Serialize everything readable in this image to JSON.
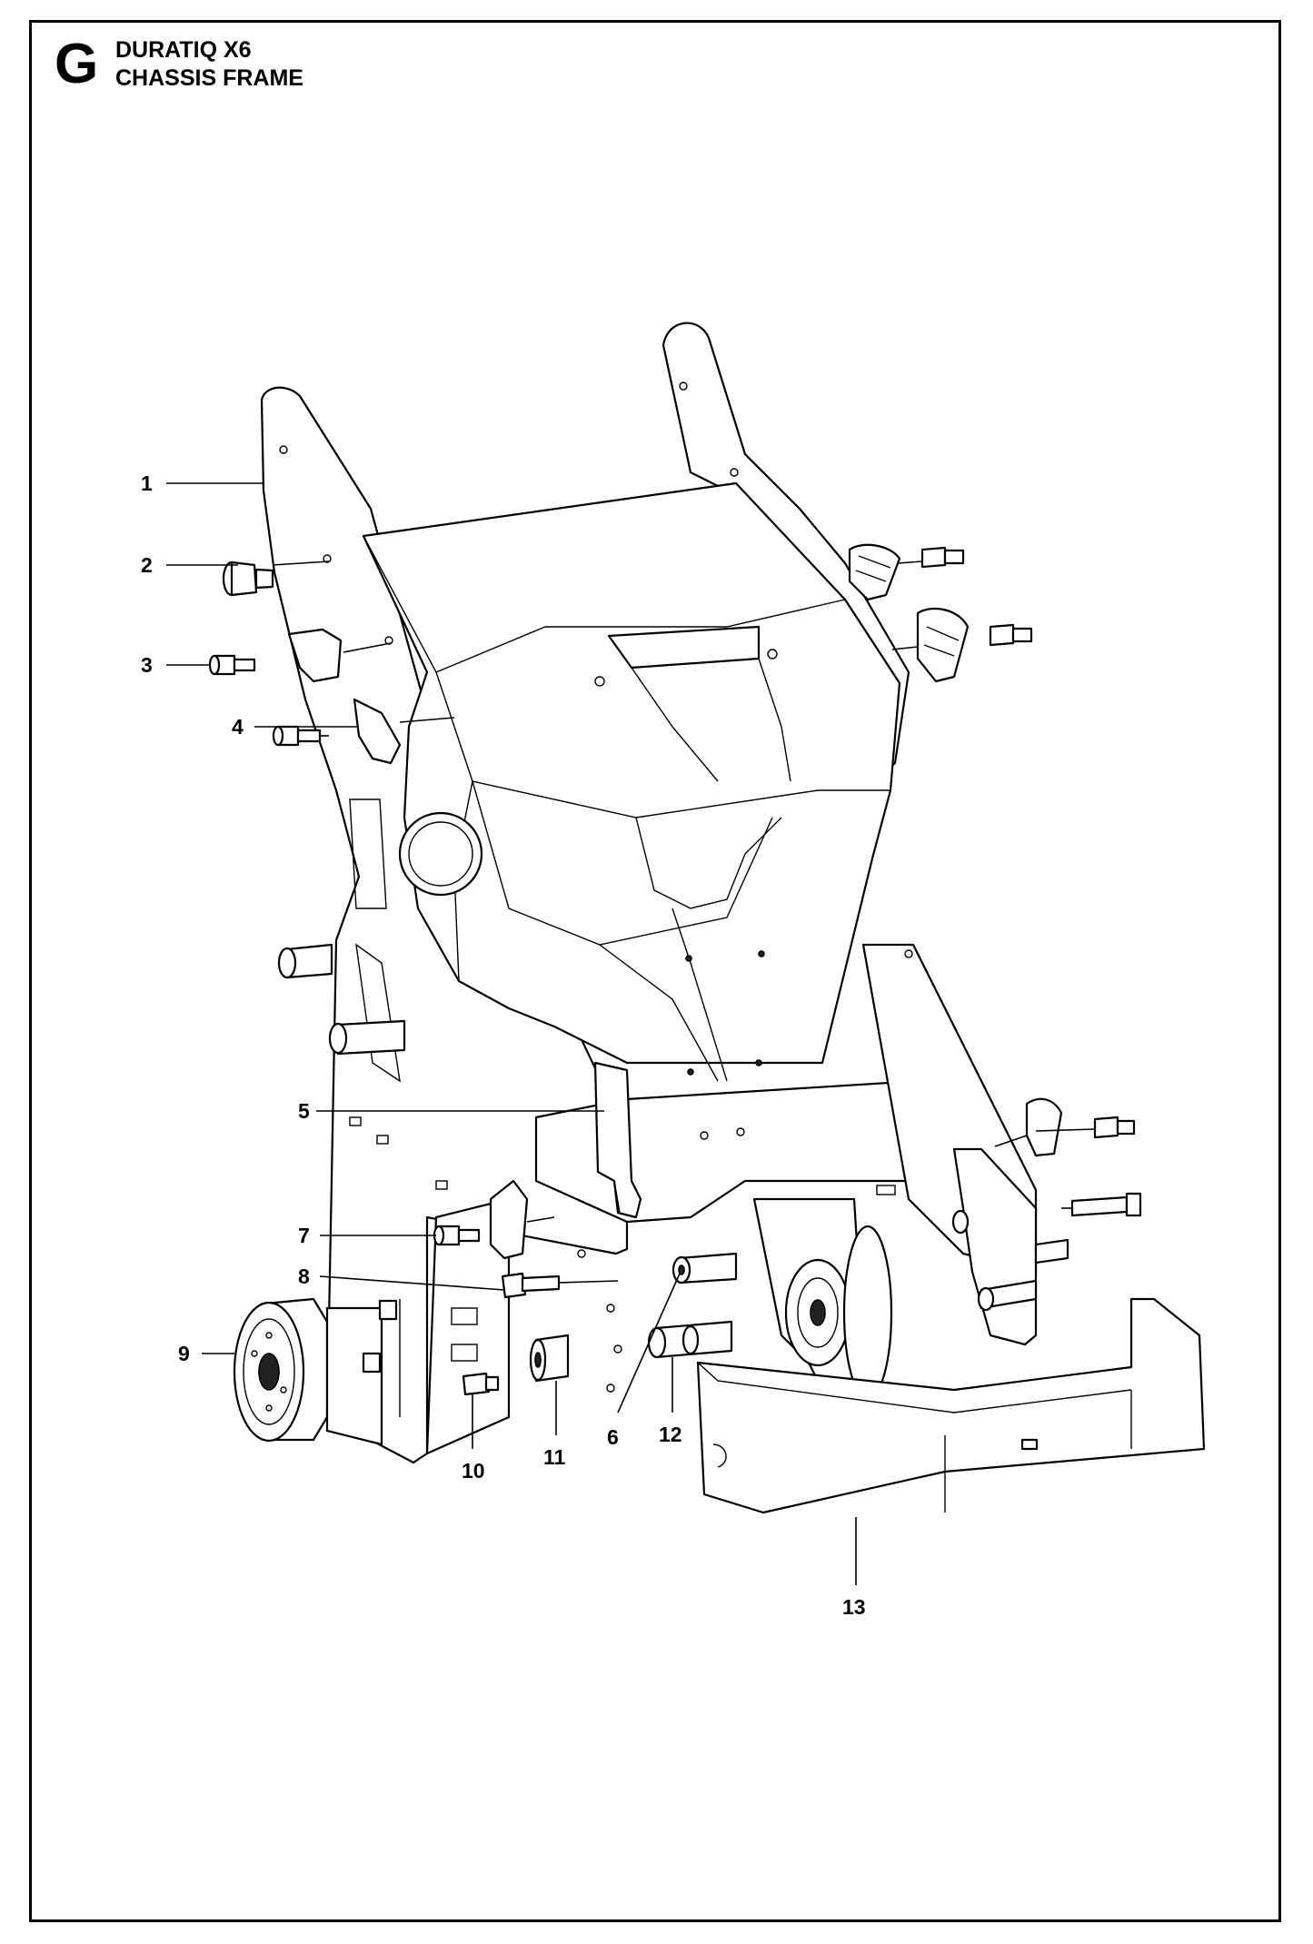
{
  "header": {
    "section_letter": "G",
    "model": "DURATIQ X6",
    "title": "CHASSIS FRAME"
  },
  "callouts": [
    "1",
    "2",
    "3",
    "4",
    "5",
    "6",
    "7",
    "8",
    "9",
    "10",
    "11",
    "12",
    "13"
  ]
}
